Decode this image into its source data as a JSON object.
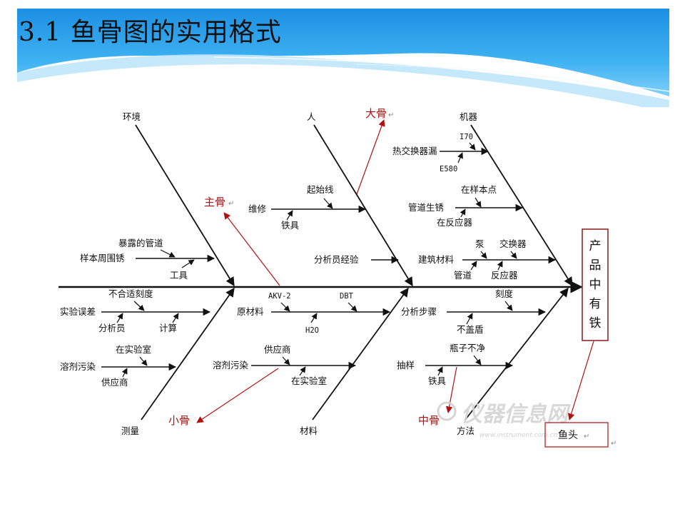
{
  "slide": {
    "title": "3.1 鱼骨图的实用格式"
  },
  "diagram": {
    "categories": {
      "environment": "环境",
      "people": "人",
      "machine": "机器",
      "measurement": "测量",
      "material": "材料",
      "method": "方法"
    },
    "effect": [
      "产",
      "品",
      "中",
      "有",
      "铁"
    ],
    "annotations": {
      "big_bone": "大骨",
      "main_bone": "主骨",
      "small_bone": "小骨",
      "middle_bone": "中骨",
      "fish_head": "鱼头"
    },
    "causes": {
      "exposed_pipe": "暴露的管道",
      "sample_rust": "样本周围锈",
      "tool": "工具",
      "unsuitable_scale": "不合适刻度",
      "experiment_error": "实验误差",
      "analyst": "分析员",
      "calculation": "计算",
      "in_lab": "在实验室",
      "solvent_pollution": "溶剂污染",
      "supplier": "供应商",
      "maintenance": "维修",
      "starting_line": "起始线",
      "iron_tool": "铁具",
      "analyst_experience": "分析员经验",
      "raw_material": "原材料",
      "akv2": "AKV-2",
      "dbt": "DBT",
      "h2o": "H2O",
      "solvent_pollution2": "溶剂污染",
      "supplier2": "供应商",
      "in_lab2": "在实验室",
      "heat_exchanger_leak": "热交换器漏",
      "i70": "I70",
      "e580": "E580",
      "at_sample_point": "在样本点",
      "pipe_rust": "管道生锈",
      "in_reactor": "在反应器",
      "pump": "泵",
      "exchanger": "交换器",
      "building_material": "建筑材料",
      "pipeline": "管道",
      "reactor": "反应器",
      "analysis_steps": "分析步骤",
      "scale": "刻度",
      "not_covered": "不盖盾",
      "bottle_unclean": "瓶子不净",
      "sampling": "抽样",
      "iron_tool2": "铁具"
    },
    "watermark": {
      "brand": "仪器信息网",
      "url": "www.instrument.com.cn"
    }
  },
  "colors": {
    "accent_red": "#b01010",
    "header_blue": "#1e9be8"
  }
}
